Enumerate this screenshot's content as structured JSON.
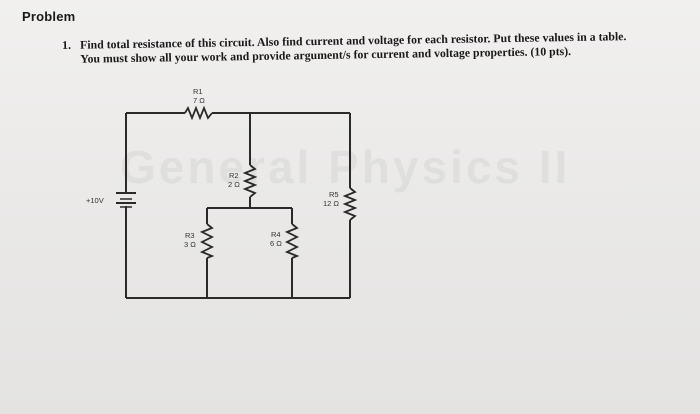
{
  "heading": "Problem",
  "question": {
    "number": "1.",
    "line1": "Find total resistance of this circuit. Also find current and voltage for each resistor. Put these values in a table.",
    "line2": "You must show all your work and provide argument/s for current and voltage properties. (10 pts)."
  },
  "watermark": "General Physics II",
  "circuit": {
    "source": "+10V",
    "resistors": [
      {
        "name": "R1",
        "value": "7 Ω"
      },
      {
        "name": "R2",
        "value": "2 Ω"
      },
      {
        "name": "R3",
        "value": "3 Ω"
      },
      {
        "name": "R4",
        "value": "6 Ω"
      },
      {
        "name": "R5",
        "value": "12 Ω"
      }
    ]
  }
}
